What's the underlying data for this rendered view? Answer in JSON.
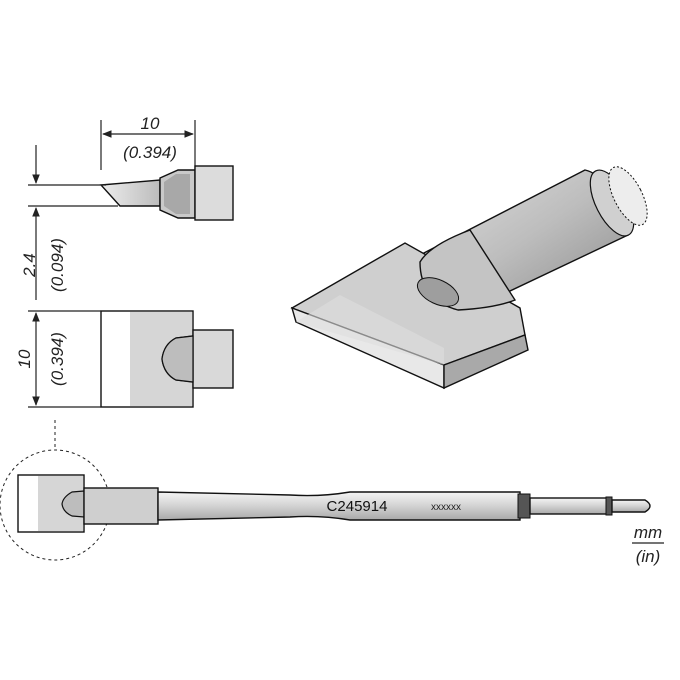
{
  "dimensions": {
    "width_mm": "10",
    "width_in": "(0.394)",
    "thickness_mm": "2.4",
    "thickness_in": "(0.094)",
    "length_mm": "10",
    "length_in": "(0.394)"
  },
  "product": {
    "part_number": "C245914",
    "code": "xxxxxx"
  },
  "units": {
    "metric": "mm",
    "imperial": "(in)"
  },
  "colors": {
    "metal_light": "#d9d9d9",
    "metal_mid": "#bdbdbd",
    "metal_dark": "#8f8f8f",
    "band": "#555555"
  }
}
